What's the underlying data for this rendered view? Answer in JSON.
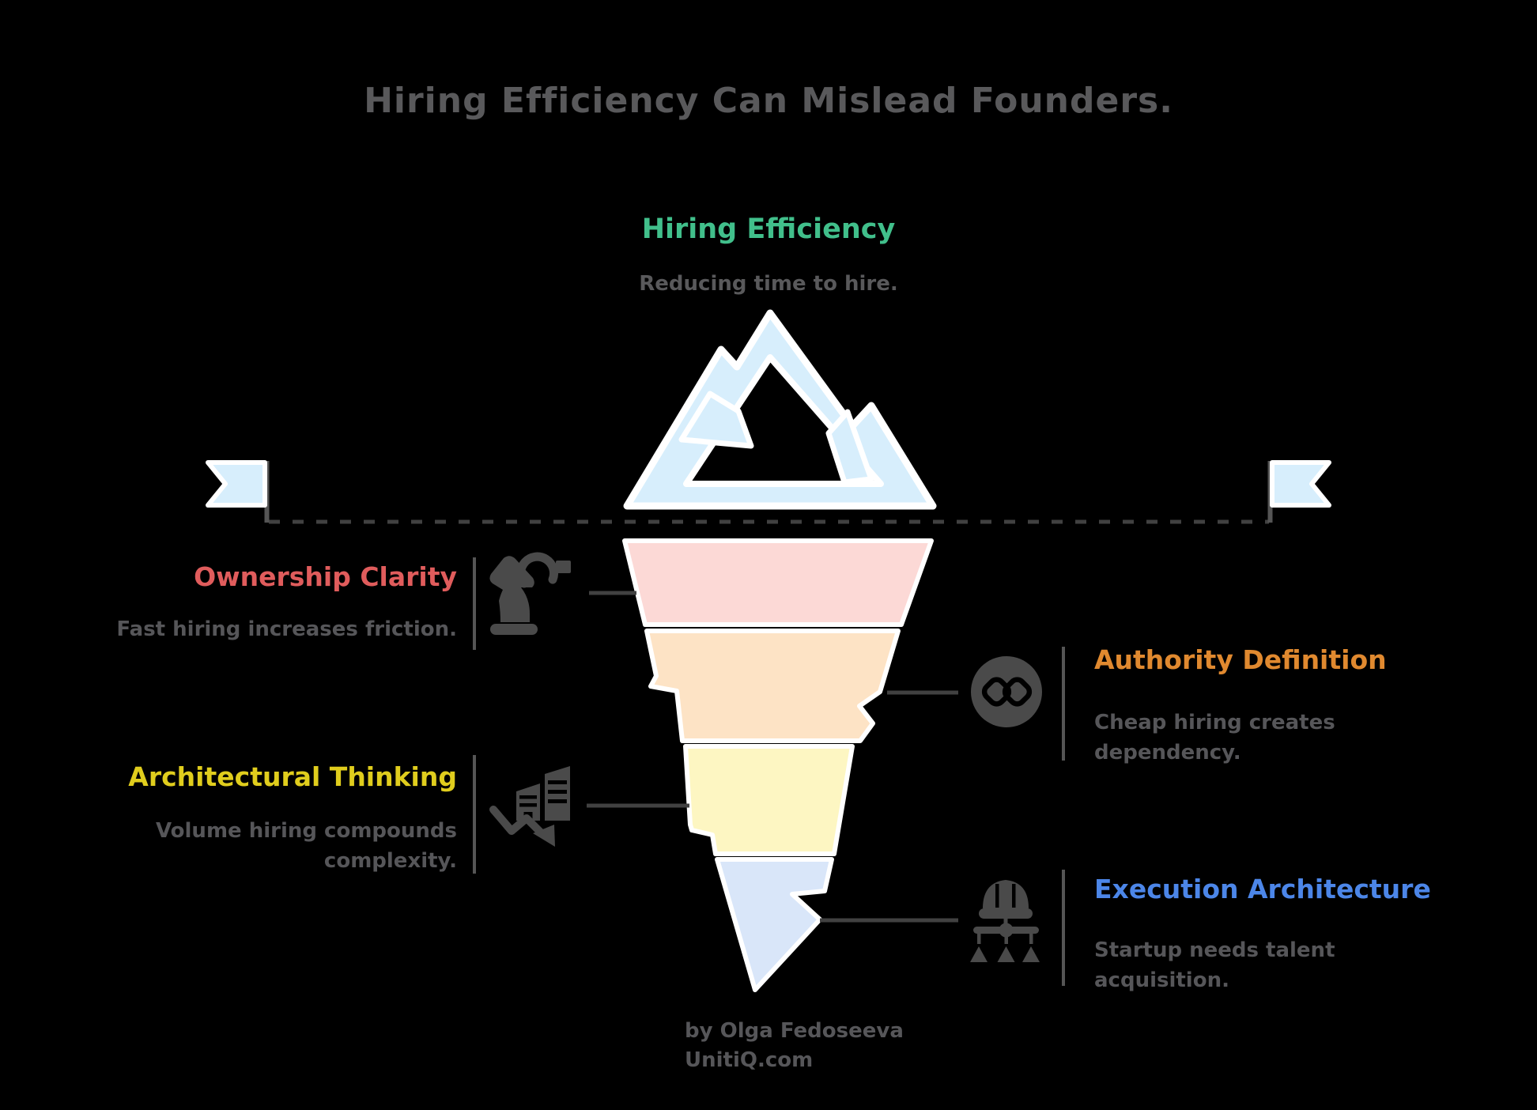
{
  "title": "Hiring Efficiency Can Mislead Founders.",
  "surface": {
    "heading": "Hiring Efficiency",
    "subheading": "Reducing time to hire."
  },
  "sections": {
    "ownership": {
      "heading": "Ownership Clarity",
      "description": "Fast hiring increases friction."
    },
    "architectural": {
      "heading": "Architectural Thinking",
      "description": "Volume hiring compounds complexity."
    },
    "authority": {
      "heading": "Authority Definition",
      "description": "Cheap hiring creates dependency."
    },
    "execution": {
      "heading": "Execution Architecture",
      "description": "Startup needs talent acquisition."
    }
  },
  "footer": {
    "byline": "by Olga Fedoseeva",
    "site": "UnitiQ.com"
  },
  "colors": {
    "background": "#000000",
    "title_gray": "#59595b",
    "text_gray": "#565659",
    "accent_green": "#41bf8b",
    "accent_red": "#e05c5c",
    "accent_yellow": "#e0cd1d",
    "accent_orange": "#e0892f",
    "accent_blue": "#4c86e8",
    "ice_light_blue": "#d7eefc",
    "layer_pink": "#fcd9d6",
    "layer_peach": "#fde3c5",
    "layer_yellow": "#fdf6c2",
    "layer_blue": "#d9e6f9",
    "icon_gray": "#4a4a4a",
    "connector_gray": "#414141",
    "divider_gray": "#555555"
  }
}
